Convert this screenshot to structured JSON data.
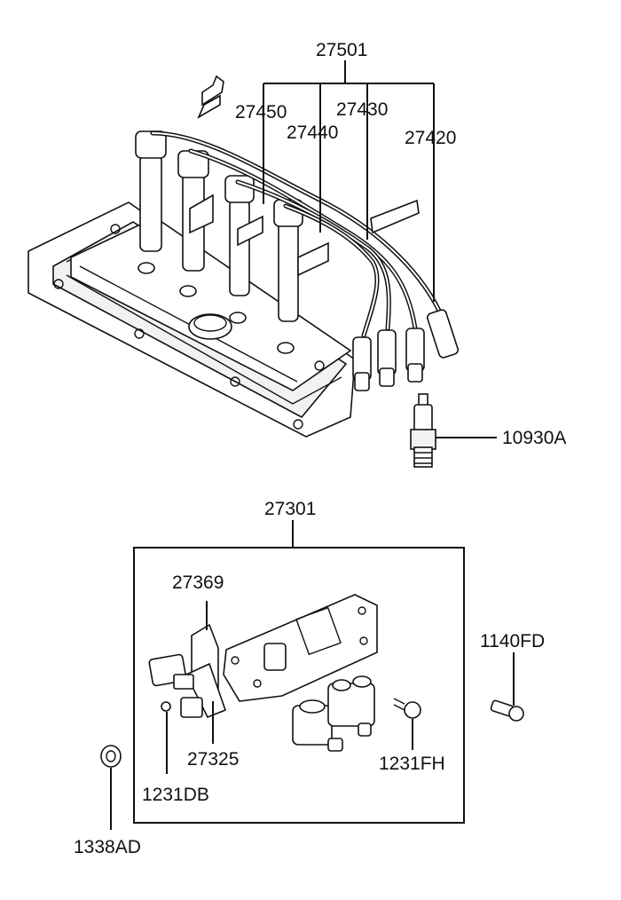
{
  "labels": {
    "p27501": "27501",
    "p27450": "27450",
    "p27430": "27430",
    "p27440": "27440",
    "p27420": "27420",
    "p10930A": "10930A",
    "p27301": "27301",
    "p27369": "27369",
    "p1140FD": "1140FD",
    "p27325": "27325",
    "p1231FH": "1231FH",
    "p1231DB": "1231DB",
    "p1338AD": "1338AD"
  }
}
